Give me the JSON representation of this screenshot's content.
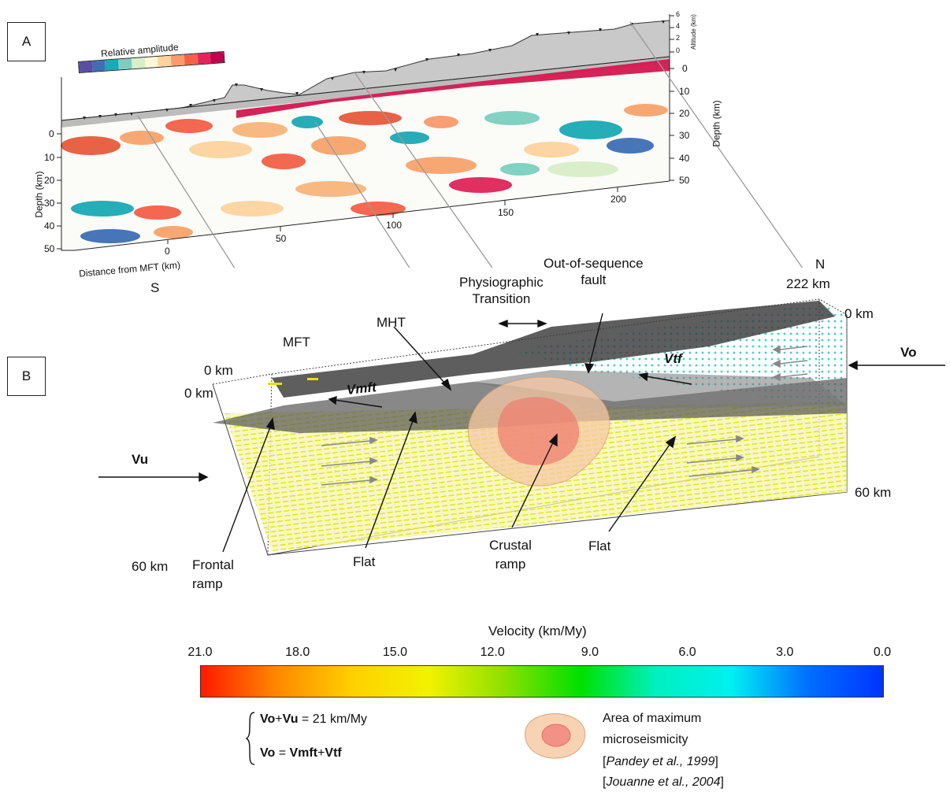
{
  "panels": {
    "a": "A",
    "b": "B"
  },
  "section_a": {
    "amplitude_title": "Relative amplitude",
    "amplitude_colors": [
      "#5b4ea3",
      "#3d6fb5",
      "#1aa9b5",
      "#7ccfc0",
      "#d8eec7",
      "#fff7d6",
      "#fdd49e",
      "#fc9a6b",
      "#f46048",
      "#e0255a",
      "#c2004d"
    ],
    "left_depth_label": "Depth (km)",
    "left_depth_ticks": [
      "0",
      "10",
      "20",
      "30",
      "40",
      "50"
    ],
    "right_depth_label": "Depth (km)",
    "right_depth_ticks": [
      "0",
      "10",
      "20",
      "30",
      "40",
      "50"
    ],
    "altitude_label": "Altitude (km)",
    "altitude_ticks": [
      "6",
      "4",
      "2",
      "0"
    ],
    "distance_label": "Distance from MFT (km)",
    "distance_ticks": [
      "0",
      "50",
      "100",
      "150",
      "200"
    ]
  },
  "section_b": {
    "south": "S",
    "north": "N",
    "north_distance": "222 km",
    "mft": "MFT",
    "mht": "MHT",
    "zero_left_top": "0 km",
    "zero_left_bottom": "0 km",
    "zero_right": "0 km",
    "sixty_left": "60 km",
    "sixty_right": "60 km",
    "physiographic": "Physiographic\nTransition",
    "out_of_sequence": "Out-of-sequence\nfault",
    "vo": "Vo",
    "vu": "Vu",
    "vtf": "Vtf",
    "vmft": "Vmft",
    "frontal_ramp": "Frontal\nramp",
    "flat_left": "Flat",
    "crustal_ramp": "Crustal\nramp",
    "flat_right": "Flat"
  },
  "velocity_scale": {
    "title": "Velocity (km/My)",
    "ticks": [
      "21.0",
      "18.0",
      "15.0",
      "12.0",
      "9.0",
      "6.0",
      "3.0",
      "0.0"
    ],
    "colors": [
      "#ff1a00",
      "#ff8800",
      "#ffd000",
      "#f2f200",
      "#8fe000",
      "#00e000",
      "#00f0c0",
      "#00f0f0",
      "#0070ff",
      "#0033ff"
    ]
  },
  "equations": {
    "eq1_bold": "Vo",
    "eq1_plus": "+",
    "eq1_bold2": "Vu",
    "eq1_rest": " = 21 km/My",
    "eq2_bold": "Vo",
    "eq2_eq": " = ",
    "eq2_bold2": "Vmft",
    "eq2_plus": "+",
    "eq2_bold3": "Vtf"
  },
  "microseismicity_legend": {
    "line1": "Area of maximum",
    "line2": "microseismicity",
    "ref1_author": "Pandey et al., 1999",
    "ref2_author": "Jouanne et al., 2004"
  }
}
